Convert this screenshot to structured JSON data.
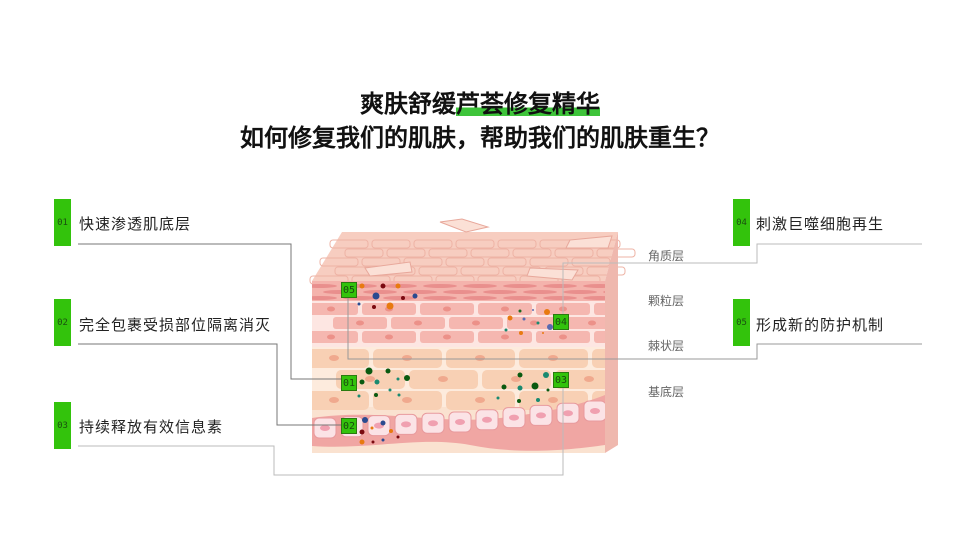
{
  "title": {
    "line1_plain": "爽肤舒缓",
    "line1_highlight": "芦荟修复精华",
    "line2": "如何修复我们的肌肤，帮助我们的肌肤重生？"
  },
  "features": [
    {
      "num": "01",
      "label": "快速渗透肌底层"
    },
    {
      "num": "02",
      "label": "完全包裹受损部位隔离消灭"
    },
    {
      "num": "03",
      "label": "持续释放有效信息素"
    },
    {
      "num": "04",
      "label": "刺激巨噬细胞再生"
    },
    {
      "num": "05",
      "label": "形成新的防护机制"
    }
  ],
  "layers": [
    "角质层",
    "颗粒层",
    "棘状层",
    "基底层"
  ],
  "colors": {
    "accent": "#33c30c",
    "skin_top": "#f6c9bd",
    "skin_pink": "#f2aaa6",
    "skin_peach": "#f8d3b8"
  }
}
